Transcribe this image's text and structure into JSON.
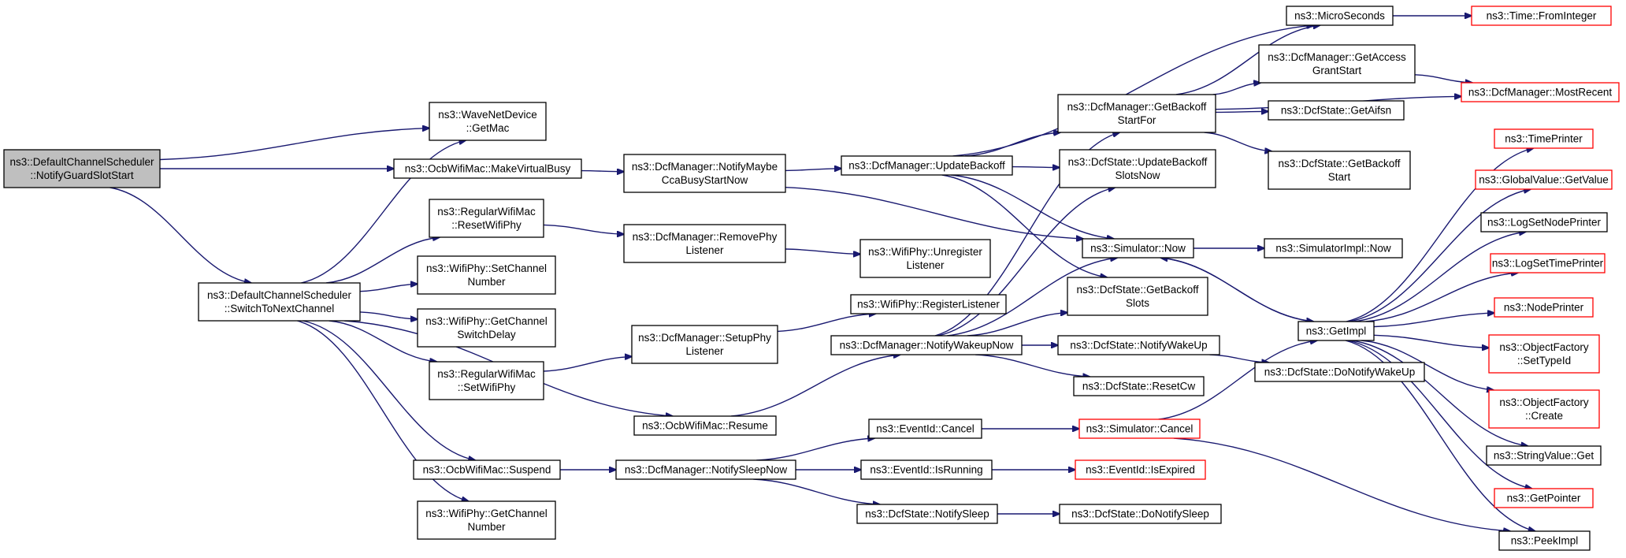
{
  "colors": {
    "edge": "#191970",
    "node_border": "#000000",
    "truncated_border": "#ff0000",
    "root_fill": "#bfbfbf",
    "background": "#ffffff"
  },
  "nodes": [
    {
      "id": "n0",
      "lines": [
        "ns3::DefaultChannelScheduler",
        "::NotifyGuardSlotStart"
      ]
    },
    {
      "id": "n1",
      "lines": [
        "ns3::WaveNetDevice",
        "::GetMac"
      ]
    },
    {
      "id": "n2",
      "lines": [
        "ns3::OcbWifiMac::MakeVirtualBusy"
      ]
    },
    {
      "id": "n3",
      "lines": [
        "ns3::DefaultChannelScheduler",
        "::SwitchToNextChannel"
      ]
    },
    {
      "id": "n4",
      "lines": [
        "ns3::DcfManager::NotifyMaybe",
        "CcaBusyStartNow"
      ]
    },
    {
      "id": "n5",
      "lines": [
        "ns3::DcfManager::UpdateBackoff"
      ]
    },
    {
      "id": "n6",
      "lines": [
        "ns3::Simulator::Now"
      ]
    },
    {
      "id": "n7",
      "lines": [
        "ns3::RegularWifiMac",
        "::ResetWifiPhy"
      ]
    },
    {
      "id": "n8",
      "lines": [
        "ns3::DcfManager::RemovePhy",
        "Listener"
      ]
    },
    {
      "id": "n9",
      "lines": [
        "ns3::WifiPhy::SetChannel",
        "Number"
      ]
    },
    {
      "id": "n10",
      "lines": [
        "ns3::WifiPhy::GetChannel",
        "SwitchDelay"
      ]
    },
    {
      "id": "n11",
      "lines": [
        "ns3::RegularWifiMac",
        "::SetWifiPhy"
      ]
    },
    {
      "id": "n12",
      "lines": [
        "ns3::OcbWifiMac::Resume"
      ]
    },
    {
      "id": "n13",
      "lines": [
        "ns3::OcbWifiMac::Suspend"
      ]
    },
    {
      "id": "n14",
      "lines": [
        "ns3::WifiPhy::GetChannel",
        "Number"
      ]
    },
    {
      "id": "n15",
      "lines": [
        "ns3::DcfManager::NotifySleepNow"
      ]
    },
    {
      "id": "n16",
      "lines": [
        "ns3::EventId::Cancel"
      ]
    },
    {
      "id": "n17",
      "lines": [
        "ns3::EventId::IsRunning"
      ]
    },
    {
      "id": "n18",
      "lines": [
        "ns3::DcfState::NotifySleep"
      ]
    },
    {
      "id": "n19",
      "lines": [
        "ns3::DcfState::DoNotifySleep"
      ]
    },
    {
      "id": "n20",
      "lines": [
        "ns3::EventId::IsExpired"
      ]
    },
    {
      "id": "n21",
      "lines": [
        "ns3::Simulator::Cancel"
      ]
    },
    {
      "id": "n22",
      "lines": [
        "ns3::DcfManager::SetupPhy",
        "Listener"
      ]
    },
    {
      "id": "n23",
      "lines": [
        "ns3::WifiPhy::RegisterListener"
      ]
    },
    {
      "id": "n24",
      "lines": [
        "ns3::DcfManager::NotifyWakeupNow"
      ]
    },
    {
      "id": "n25",
      "lines": [
        "ns3::DcfState::NotifyWakeUp"
      ]
    },
    {
      "id": "n26",
      "lines": [
        "ns3::DcfState::DoNotifyWakeUp"
      ]
    },
    {
      "id": "n27",
      "lines": [
        "ns3::DcfState::ResetCw"
      ]
    },
    {
      "id": "n28",
      "lines": [
        "ns3::DcfState::GetBackoff",
        "Slots"
      ]
    },
    {
      "id": "n29",
      "lines": [
        "ns3::DcfState::UpdateBackoff",
        "SlotsNow"
      ]
    },
    {
      "id": "n30",
      "lines": [
        "ns3::DcfManager::GetBackoff",
        "StartFor"
      ]
    },
    {
      "id": "n31",
      "lines": [
        "ns3::MicroSeconds"
      ]
    },
    {
      "id": "n32",
      "lines": [
        "ns3::Time::FromInteger"
      ]
    },
    {
      "id": "n33",
      "lines": [
        "ns3::DcfManager::GetAccess",
        "GrantStart"
      ]
    },
    {
      "id": "n34",
      "lines": [
        "ns3::DcfManager::MostRecent"
      ]
    },
    {
      "id": "n35",
      "lines": [
        "ns3::DcfState::GetAifsn"
      ]
    },
    {
      "id": "n36",
      "lines": [
        "ns3::DcfState::GetBackoff",
        "Start"
      ]
    },
    {
      "id": "n37",
      "lines": [
        "ns3::WifiPhy::Unregister",
        "Listener"
      ]
    },
    {
      "id": "n38",
      "lines": [
        "ns3::SimulatorImpl::Now"
      ]
    },
    {
      "id": "n39",
      "lines": [
        "ns3::GetImpl"
      ]
    },
    {
      "id": "n40",
      "lines": [
        "ns3::TimePrinter"
      ]
    },
    {
      "id": "n41",
      "lines": [
        "ns3::GlobalValue::GetValue"
      ]
    },
    {
      "id": "n42",
      "lines": [
        "ns3::LogSetNodePrinter"
      ]
    },
    {
      "id": "n43",
      "lines": [
        "ns3::LogSetTimePrinter"
      ]
    },
    {
      "id": "n44",
      "lines": [
        "ns3::NodePrinter"
      ]
    },
    {
      "id": "n45",
      "lines": [
        "ns3::ObjectFactory",
        "::SetTypeId"
      ]
    },
    {
      "id": "n46",
      "lines": [
        "ns3::ObjectFactory",
        "::Create"
      ]
    },
    {
      "id": "n47",
      "lines": [
        "ns3::StringValue::Get"
      ]
    },
    {
      "id": "n48",
      "lines": [
        "ns3::GetPointer"
      ]
    },
    {
      "id": "n49",
      "lines": [
        "ns3::PeekImpl"
      ]
    }
  ],
  "edges": [
    [
      "n0",
      "n1"
    ],
    [
      "n0",
      "n2"
    ],
    [
      "n0",
      "n3"
    ],
    [
      "n2",
      "n4"
    ],
    [
      "n4",
      "n5"
    ],
    [
      "n4",
      "n6"
    ],
    [
      "n3",
      "n1"
    ],
    [
      "n3",
      "n7"
    ],
    [
      "n3",
      "n9"
    ],
    [
      "n3",
      "n10"
    ],
    [
      "n3",
      "n11"
    ],
    [
      "n3",
      "n12"
    ],
    [
      "n3",
      "n13"
    ],
    [
      "n3",
      "n14"
    ],
    [
      "n7",
      "n8"
    ],
    [
      "n8",
      "n37"
    ],
    [
      "n11",
      "n22"
    ],
    [
      "n22",
      "n23"
    ],
    [
      "n12",
      "n24"
    ],
    [
      "n13",
      "n15"
    ],
    [
      "n15",
      "n16"
    ],
    [
      "n15",
      "n17"
    ],
    [
      "n15",
      "n18"
    ],
    [
      "n16",
      "n21"
    ],
    [
      "n17",
      "n20"
    ],
    [
      "n18",
      "n19"
    ],
    [
      "n21",
      "n39"
    ],
    [
      "n21",
      "n49"
    ],
    [
      "n24",
      "n6"
    ],
    [
      "n24",
      "n25"
    ],
    [
      "n24",
      "n27"
    ],
    [
      "n24",
      "n28"
    ],
    [
      "n24",
      "n29"
    ],
    [
      "n24",
      "n30"
    ],
    [
      "n25",
      "n26"
    ],
    [
      "n5",
      "n6"
    ],
    [
      "n5",
      "n28"
    ],
    [
      "n5",
      "n29"
    ],
    [
      "n5",
      "n30"
    ],
    [
      "n5",
      "n31"
    ],
    [
      "n30",
      "n31"
    ],
    [
      "n30",
      "n33"
    ],
    [
      "n30",
      "n34"
    ],
    [
      "n30",
      "n35"
    ],
    [
      "n30",
      "n36"
    ],
    [
      "n31",
      "n32"
    ],
    [
      "n33",
      "n34"
    ],
    [
      "n6",
      "n38"
    ],
    [
      "n6",
      "n39"
    ],
    [
      "n39",
      "n6"
    ],
    [
      "n39",
      "n40"
    ],
    [
      "n39",
      "n41"
    ],
    [
      "n39",
      "n42"
    ],
    [
      "n39",
      "n43"
    ],
    [
      "n39",
      "n44"
    ],
    [
      "n39",
      "n45"
    ],
    [
      "n39",
      "n46"
    ],
    [
      "n39",
      "n47"
    ],
    [
      "n39",
      "n48"
    ],
    [
      "n39",
      "n49"
    ]
  ]
}
